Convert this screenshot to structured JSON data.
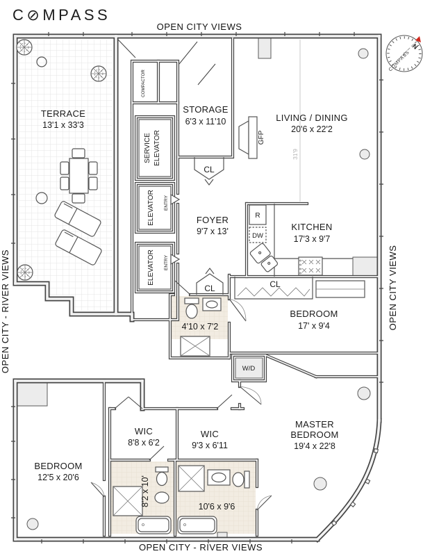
{
  "logo": "C⊘MPASS",
  "views": {
    "top": "OPEN CITY VIEWS",
    "left": "OPEN CITY - RIVER VIEWS",
    "right": "OPEN CITY VIEWS",
    "bottom": "OPEN CITY - RIVER VIEWS"
  },
  "compass_rose": {
    "label": "COMPASS",
    "north": "N"
  },
  "rooms": {
    "terrace": {
      "name": "TERRACE",
      "dims": "13'1 x 33'3"
    },
    "storage": {
      "name": "STORAGE",
      "dims": "6'3 x 11'10"
    },
    "living_dining": {
      "name": "LIVING / DINING",
      "dims": "20'6 x 22'2"
    },
    "foyer": {
      "name": "FOYER",
      "dims": "9'7 x 13'"
    },
    "kitchen": {
      "name": "KITCHEN",
      "dims": "17'3 x 9'7"
    },
    "bedroom_2": {
      "name": "BEDROOM",
      "dims": "17' x 9'4"
    },
    "master_bedroom": {
      "name_line1": "MASTER",
      "name_line2": "BEDROOM",
      "dims": "19'4 x 22'8"
    },
    "bedroom_3": {
      "name": "BEDROOM",
      "dims": "12'5 x 20'6"
    },
    "wic_1": {
      "name": "WIC",
      "dims": "8'8 x 6'2"
    },
    "wic_2": {
      "name": "WIC",
      "dims": "9'3 x 6'11"
    },
    "bath_1": {
      "dims": "4'10 x 7'2"
    },
    "bath_2": {
      "dims": "8'2 x 10'"
    },
    "master_bath": {
      "dims": "10'6 x 9'6"
    }
  },
  "labels": {
    "compactor": "COMPACTOR",
    "service": "SERVICE",
    "elevator": "ELEVATOR",
    "entry": "ENTRY",
    "closet": "CL",
    "fireplace": "GFP",
    "refrigerator": "R",
    "dishwasher": "DW",
    "washer_dryer": "W/D",
    "wall_dim": "31'9"
  },
  "colors": {
    "north_red": "#d0281c",
    "wall": "#454545",
    "bath_tint": "#f2ece2"
  }
}
